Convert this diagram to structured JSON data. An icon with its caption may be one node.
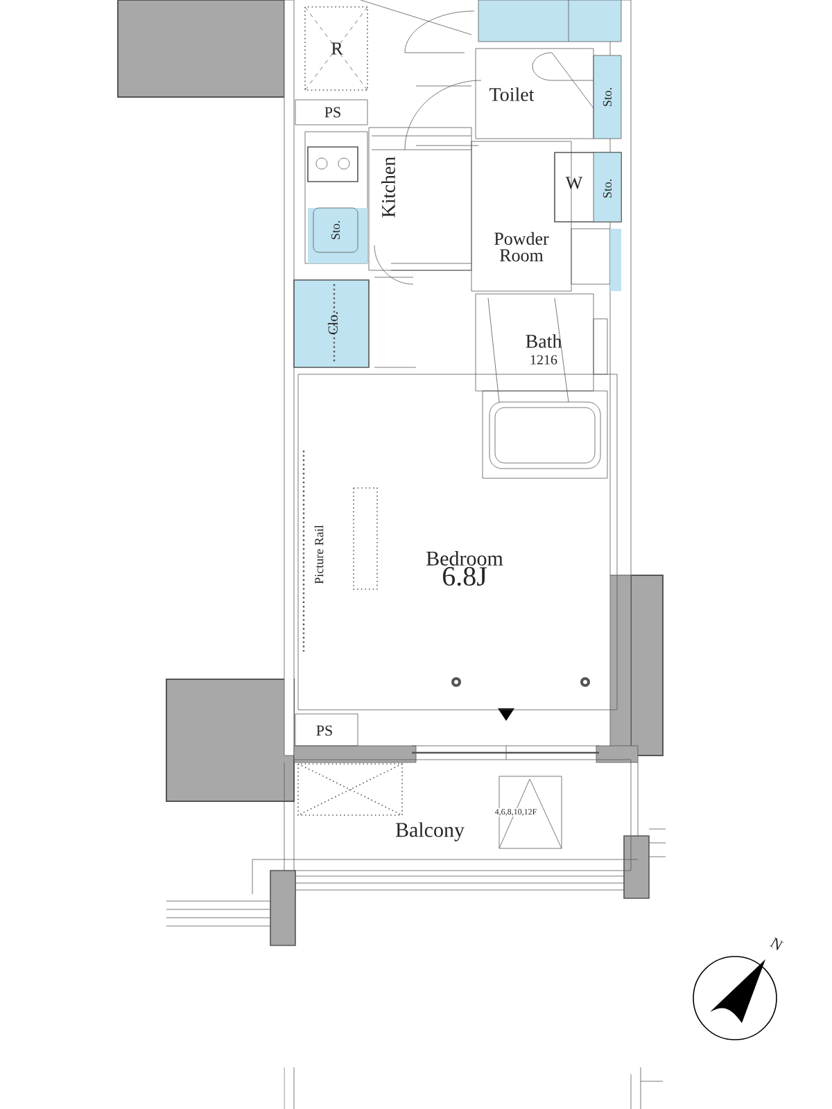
{
  "diagram": {
    "nodes": [
      {
        "text": [
          "Toilet"
        ]
      },
      {
        "text": [
          "Kitchen"
        ]
      },
      {
        "text": [
          "Powder Room"
        ]
      },
      {
        "text": [
          "Bath",
          "1216"
        ]
      },
      {
        "text": [
          "Bedroom",
          "6.8J"
        ]
      },
      {
        "text": [
          "Balcony"
        ]
      }
    ],
    "labels": [
      "R",
      "PS",
      "Sto.",
      "W",
      "Sto.",
      "Sto.",
      "Clo.",
      "Picture Rail",
      "PS",
      "4,6,8,10,12F",
      "N"
    ]
  }
}
